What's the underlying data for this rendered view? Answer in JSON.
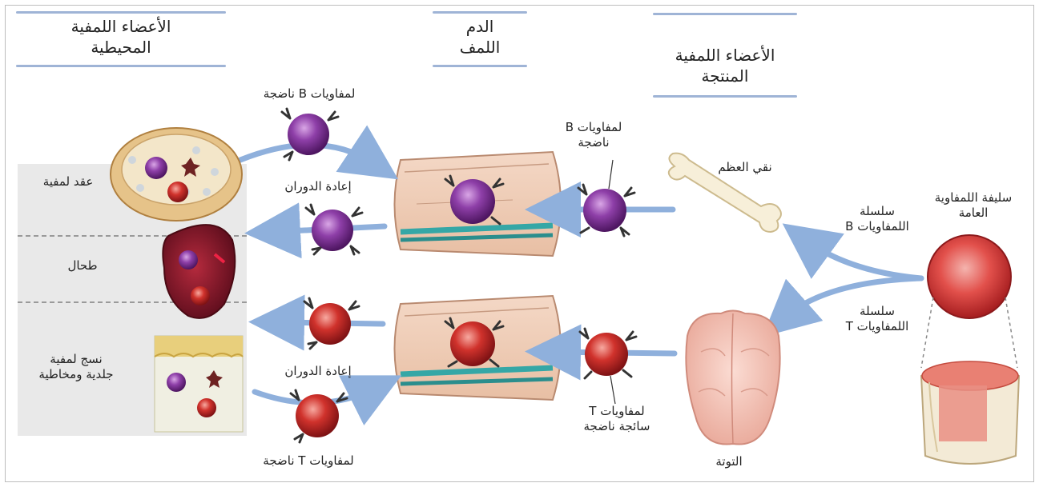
{
  "headers": {
    "peripheral_line1": "الأعضاء اللمفية",
    "peripheral_line2": "المحيطية",
    "blood_line1": "الدم",
    "blood_line2": "اللمف",
    "primary_line1": "الأعضاء اللمفية",
    "primary_line2": "المنتجة"
  },
  "labels": {
    "mature_b_top": "لمفاويات B ناضجة",
    "recirculation_top": "إعادة الدوران",
    "recirculation_bottom": "إعادة الدوران",
    "mature_t_bottom": "لمفاويات T ناضجة",
    "b_mature_mid_line1": "لمفاويات B",
    "b_mature_mid_line2": "ناضجة",
    "t_immature_line1": "لمفاويات T",
    "t_immature_line2": "سائجة ناضجة",
    "bone_marrow": "نقي العظم",
    "thymus": "التوتة",
    "b_lineage_line1": "سلسلة",
    "b_lineage_line2": "اللمفاويات B",
    "t_lineage_line1": "سلسلة",
    "t_lineage_line2": "اللمفاويات T",
    "precursor_line1": "سليفة اللمفاوية",
    "precursor_line2": "العامة",
    "lymph_node": "عقد لمفية",
    "spleen": "طحال",
    "mucosal_line1": "نسج لمفية",
    "mucosal_line2": "جلدية ومخاطية"
  },
  "colors": {
    "b_cell": "#7a2e93",
    "t_cell": "#c8262a",
    "arrow": "#8fb0dc",
    "header_bar": "#9fb4d6"
  }
}
